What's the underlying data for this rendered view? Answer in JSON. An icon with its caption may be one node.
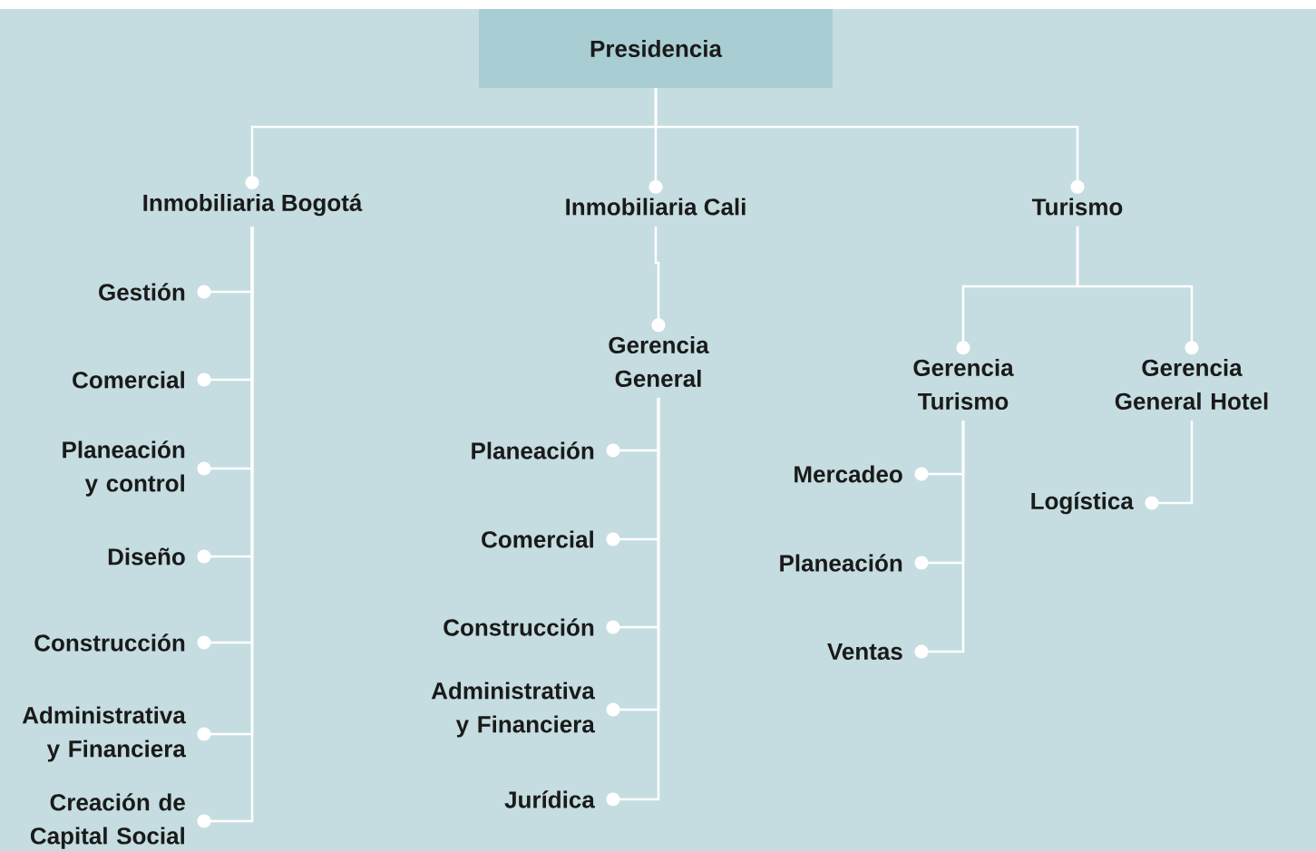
{
  "diagram": {
    "nodes": [
      {
        "text": [
          "Presidencia"
        ]
      },
      {
        "text": [
          "Inmobiliaria Bogotá"
        ]
      },
      {
        "text": [
          "Inmobiliaria Cali"
        ]
      },
      {
        "text": [
          "Turismo"
        ]
      },
      {
        "text": [
          "Gestión"
        ]
      },
      {
        "text": [
          "Comercial"
        ]
      },
      {
        "text": [
          "Planeación y control"
        ]
      },
      {
        "text": [
          "Diseño"
        ]
      },
      {
        "text": [
          "Construcción"
        ]
      },
      {
        "text": [
          "Administrativa y Financiera"
        ]
      },
      {
        "text": [
          "Creación de Capital Social"
        ]
      },
      {
        "text": [
          "Gerencia General"
        ]
      },
      {
        "text": [
          "Planeación"
        ]
      },
      {
        "text": [
          "Comercial"
        ]
      },
      {
        "text": [
          "Construcción"
        ]
      },
      {
        "text": [
          "Administrativa y Financiera"
        ]
      },
      {
        "text": [
          "Jurídica"
        ]
      },
      {
        "text": [
          "Gerencia Turismo"
        ]
      },
      {
        "text": [
          "Gerencia General Hotel"
        ]
      },
      {
        "text": [
          "Mercadeo"
        ]
      },
      {
        "text": [
          "Planeación"
        ]
      },
      {
        "text": [
          "Ventas"
        ]
      },
      {
        "text": [
          "Logística"
        ]
      }
    ],
    "edges": [
      {
        "from": 0,
        "to": 1,
        "arrow": "other"
      },
      {
        "from": 0,
        "to": 2,
        "arrow": "other"
      },
      {
        "from": 0,
        "to": 3,
        "arrow": "other"
      },
      {
        "from": 1,
        "to": 4,
        "arrow": "other"
      },
      {
        "from": 1,
        "to": 5,
        "arrow": "other"
      },
      {
        "from": 1,
        "to": 6,
        "arrow": "other"
      },
      {
        "from": 1,
        "to": 7,
        "arrow": "other"
      },
      {
        "from": 1,
        "to": 8,
        "arrow": "other"
      },
      {
        "from": 1,
        "to": 9,
        "arrow": "other"
      },
      {
        "from": 1,
        "to": 10,
        "arrow": "other"
      },
      {
        "from": 2,
        "to": 11,
        "arrow": "other"
      },
      {
        "from": 11,
        "to": 12,
        "arrow": "other"
      },
      {
        "from": 11,
        "to": 13,
        "arrow": "other"
      },
      {
        "from": 11,
        "to": 14,
        "arrow": "other"
      },
      {
        "from": 11,
        "to": 15,
        "arrow": "other"
      },
      {
        "from": 11,
        "to": 16,
        "arrow": "other"
      },
      {
        "from": 3,
        "to": 17,
        "arrow": "other"
      },
      {
        "from": 3,
        "to": 18,
        "arrow": "other"
      },
      {
        "from": 17,
        "to": 19,
        "arrow": "other"
      },
      {
        "from": 17,
        "to": 20,
        "arrow": "other"
      },
      {
        "from": 17,
        "to": 21,
        "arrow": "other"
      },
      {
        "from": 18,
        "to": 22,
        "arrow": "other"
      }
    ]
  }
}
